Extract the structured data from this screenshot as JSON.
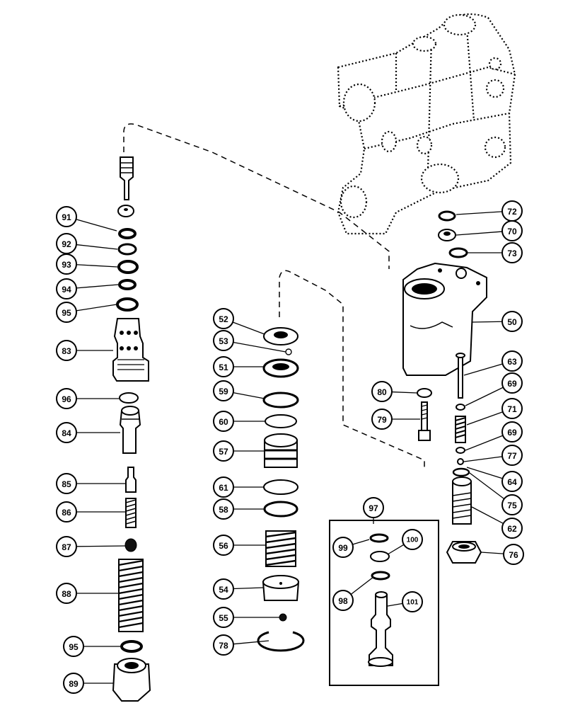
{
  "labels": [
    "91",
    "92",
    "93",
    "94",
    "95",
    "83",
    "96",
    "84",
    "85",
    "86",
    "87",
    "88",
    "95",
    "89",
    "52",
    "53",
    "51",
    "59",
    "60",
    "57",
    "61",
    "58",
    "56",
    "54",
    "55",
    "78",
    "97",
    "99",
    "100",
    "98",
    "101",
    "72",
    "70",
    "73",
    "50",
    "63",
    "80",
    "69",
    "79",
    "71",
    "69",
    "77",
    "64",
    "75",
    "62",
    "76"
  ]
}
